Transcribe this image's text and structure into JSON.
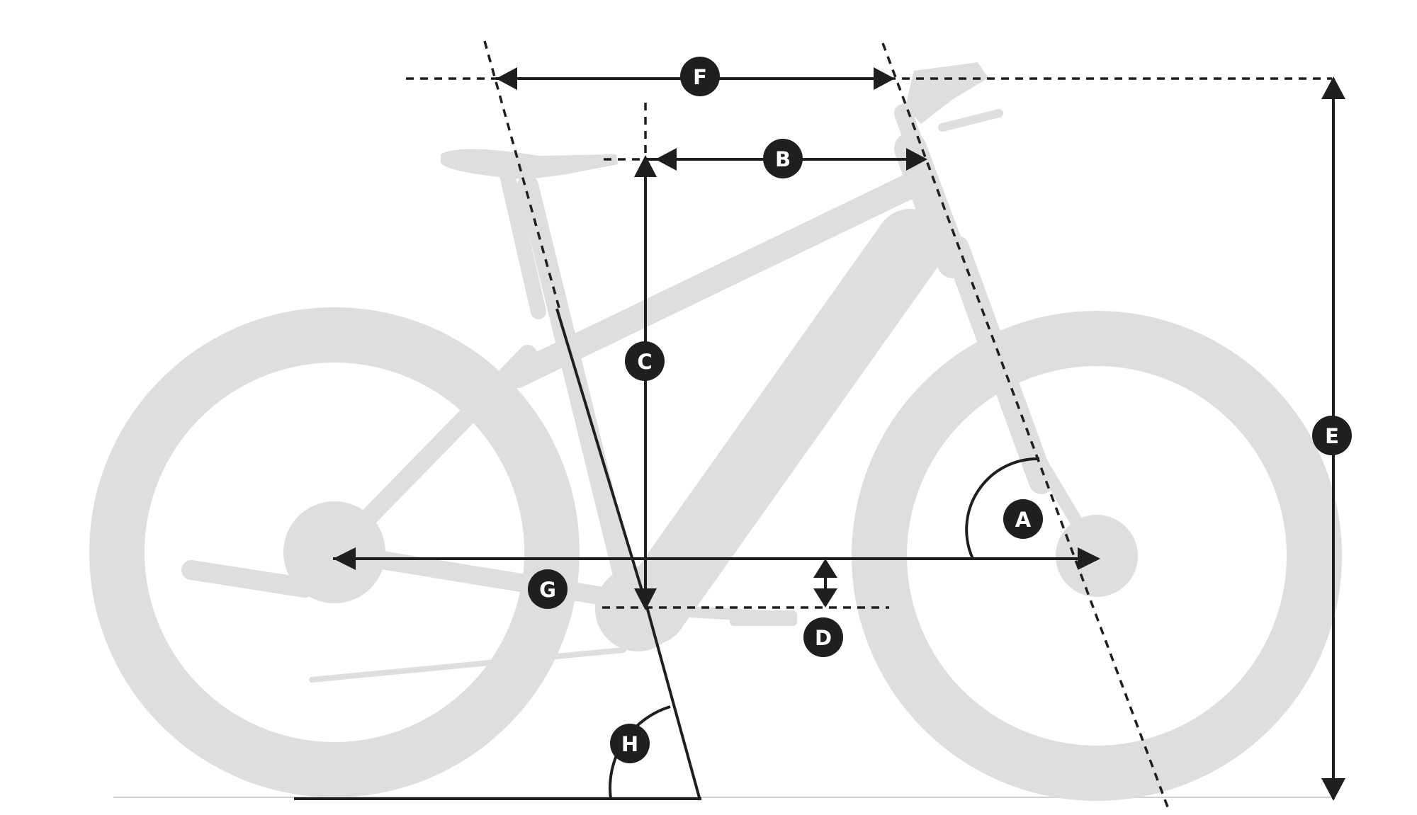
{
  "diagram": {
    "labels": {
      "A": "A",
      "B": "B",
      "C": "C",
      "D": "D",
      "E": "E",
      "F": "F",
      "G": "G",
      "H": "H"
    }
  },
  "colors": {
    "silhouette": "#dcdedf",
    "lines": "#1f1f1f",
    "label_text": "#ffffff",
    "background": "#ffffff"
  }
}
